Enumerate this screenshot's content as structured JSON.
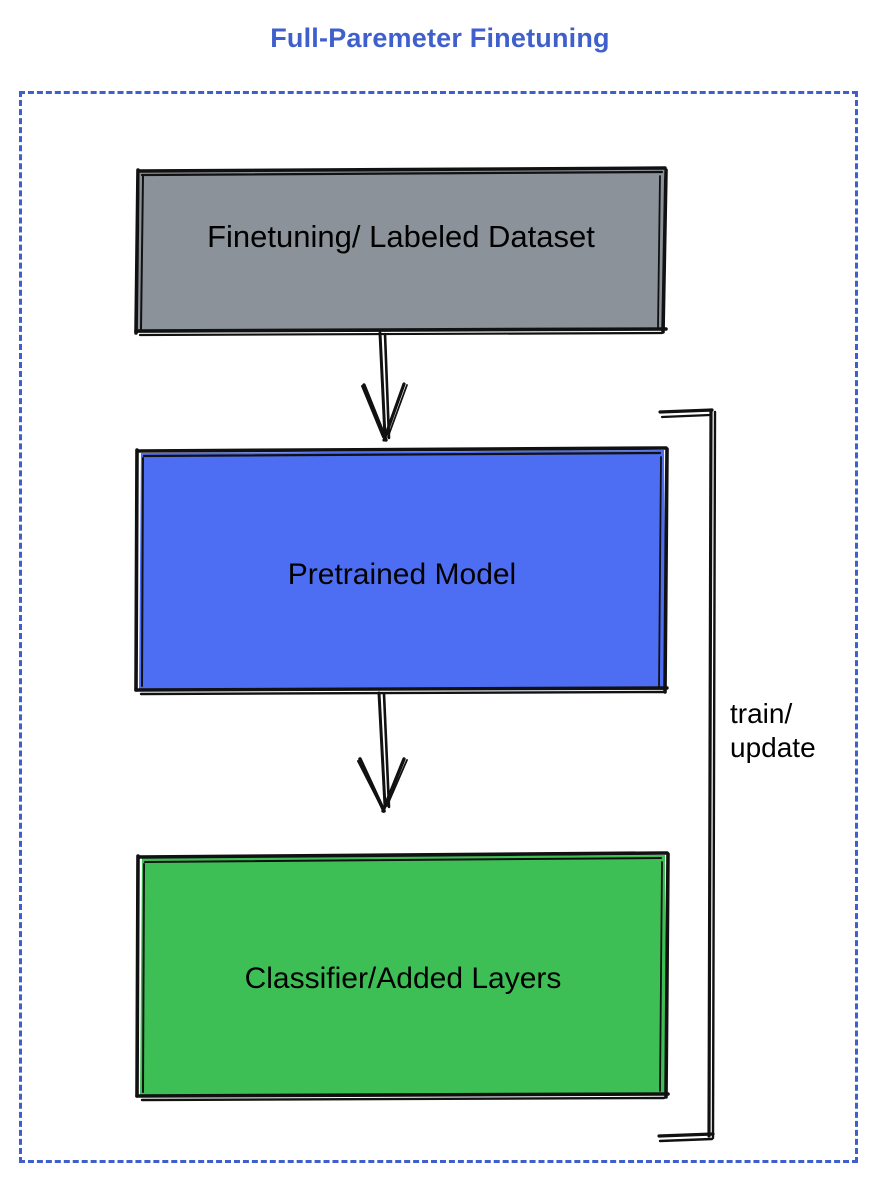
{
  "title": "Full-Paremeter Finetuning",
  "colors": {
    "title_blue": "#3f5fcc",
    "frame_dashed_blue": "#3f5fcc",
    "dataset_gray": "#8b929a",
    "pretrained_blue": "#4d6ef2",
    "classifier_green": "#3dbf55",
    "stroke_black": "#111111",
    "text_black": "#000000",
    "background": "#ffffff"
  },
  "nodes": {
    "dataset": {
      "label": "Finetuning/ Labeled Dataset",
      "fill": "#8b929a"
    },
    "pretrained": {
      "label": "Pretrained Model",
      "fill": "#4d6ef2"
    },
    "classifier": {
      "label": "Classifier/Added Layers",
      "fill": "#3dbf55"
    }
  },
  "edges": {
    "dataset_to_pretrained": {
      "label": "",
      "style": "arrow-down"
    },
    "pretrained_to_classifier": {
      "label": "",
      "style": "arrow-down"
    },
    "feedback_loop": {
      "label_line1": "train/",
      "label_line2": "update",
      "style": "bracket-right"
    }
  }
}
